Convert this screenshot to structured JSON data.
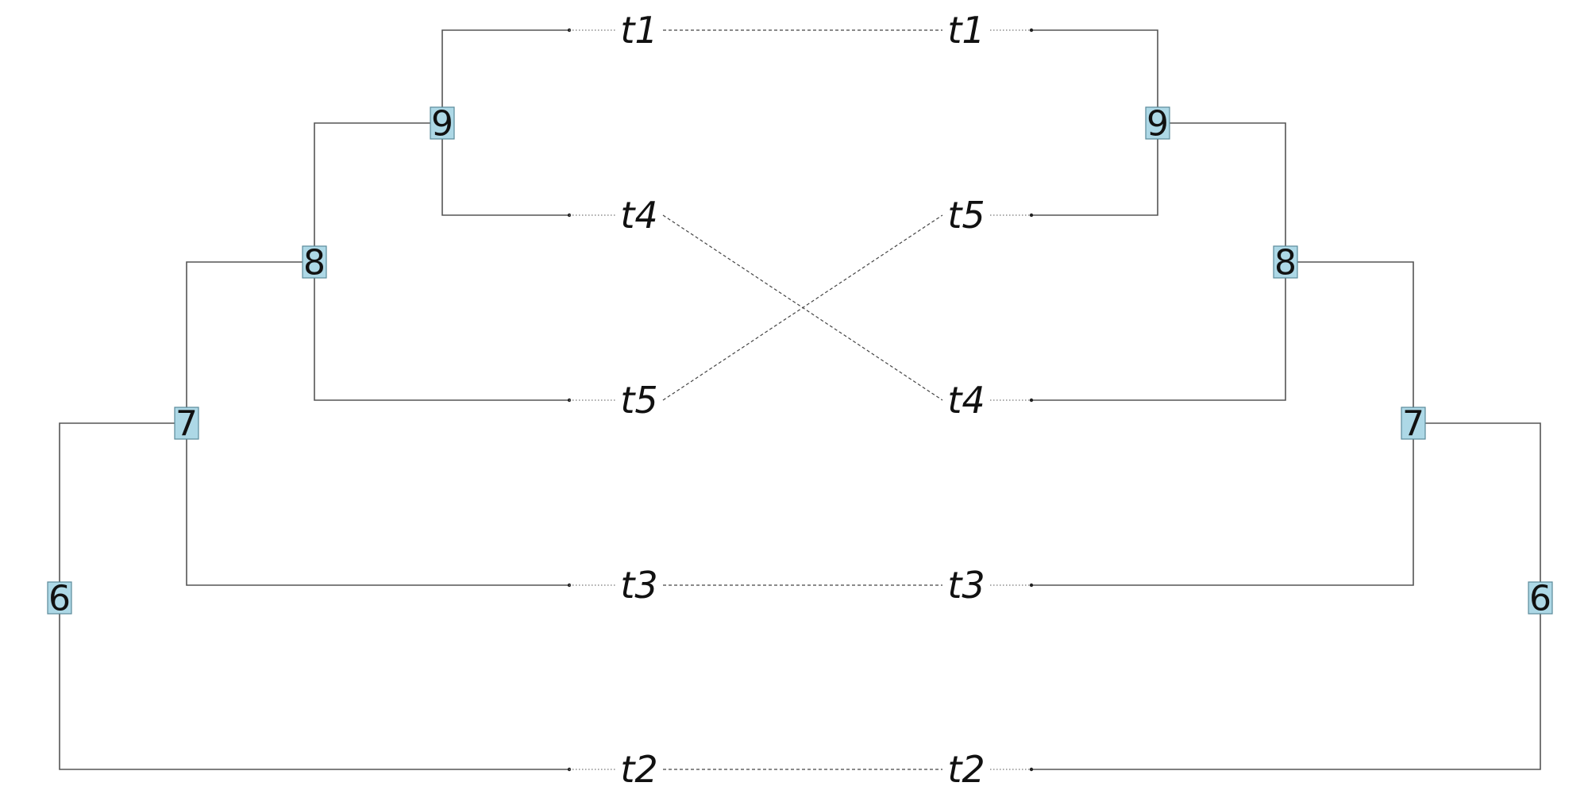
{
  "colors": {
    "node_fill": "#add8e6",
    "line": "#555555"
  },
  "left_tree": {
    "nodes": [
      {
        "id": "n6",
        "label": "6"
      },
      {
        "id": "n7",
        "label": "7"
      },
      {
        "id": "n8",
        "label": "8"
      },
      {
        "id": "n9",
        "label": "9"
      }
    ],
    "leaves": [
      {
        "id": "t1",
        "label": "t1"
      },
      {
        "id": "t4",
        "label": "t4"
      },
      {
        "id": "t5",
        "label": "t5"
      },
      {
        "id": "t3",
        "label": "t3"
      },
      {
        "id": "t2",
        "label": "t2"
      }
    ]
  },
  "right_tree": {
    "nodes": [
      {
        "id": "n6",
        "label": "6"
      },
      {
        "id": "n7",
        "label": "7"
      },
      {
        "id": "n8",
        "label": "8"
      },
      {
        "id": "n9",
        "label": "9"
      }
    ],
    "leaves": [
      {
        "id": "t1",
        "label": "t1"
      },
      {
        "id": "t5",
        "label": "t5"
      },
      {
        "id": "t4",
        "label": "t4"
      },
      {
        "id": "t3",
        "label": "t3"
      },
      {
        "id": "t2",
        "label": "t2"
      }
    ]
  },
  "connections": [
    {
      "from": "t1",
      "to": "t1"
    },
    {
      "from": "t4",
      "to": "t4"
    },
    {
      "from": "t5",
      "to": "t5"
    },
    {
      "from": "t3",
      "to": "t3"
    },
    {
      "from": "t2",
      "to": "t2"
    }
  ]
}
